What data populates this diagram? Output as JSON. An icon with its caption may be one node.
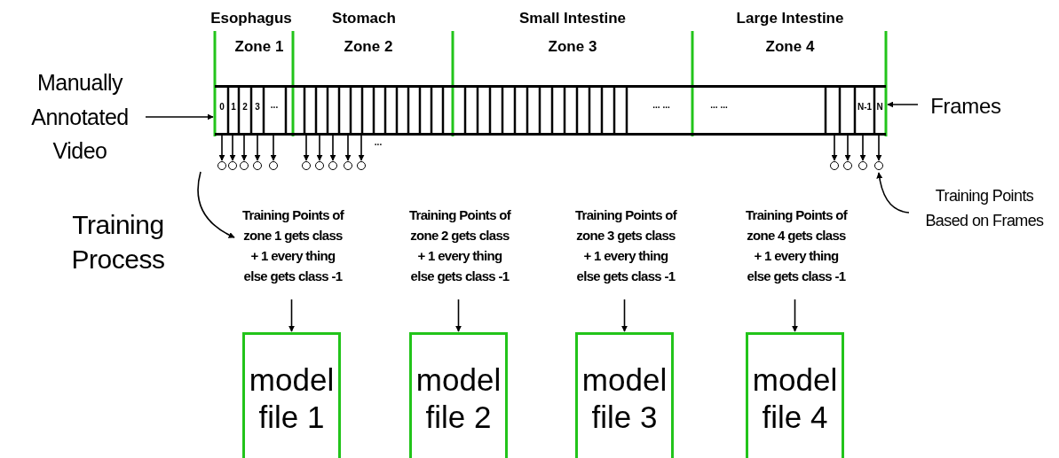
{
  "diagram": {
    "nodes": [
      {
        "text": [
          "Manually Annotated Video"
        ]
      },
      {
        "text": [],
        "shape": "bar"
      },
      {
        "text": [
          "Frames"
        ]
      },
      {
        "text": [
          "Training Points Based on Frames"
        ]
      },
      {
        "text": [],
        "shape": "circle"
      },
      {
        "text": [],
        "shape": "circle"
      },
      {
        "text": [],
        "shape": "circle"
      },
      {
        "text": [],
        "shape": "circle"
      },
      {
        "text": [],
        "shape": "circle"
      },
      {
        "text": [],
        "shape": "circle"
      },
      {
        "text": [],
        "shape": "circle"
      },
      {
        "text": [],
        "shape": "circle"
      },
      {
        "text": [],
        "shape": "circle"
      },
      {
        "text": [],
        "shape": "circle"
      },
      {
        "text": [],
        "shape": "circle"
      },
      {
        "text": [],
        "shape": "circle"
      },
      {
        "text": [],
        "shape": "circle"
      },
      {
        "text": [],
        "shape": "circle"
      },
      {
        "text": [
          "Training Points of zone 1 gets class + 1 every thing else gets class -1"
        ]
      },
      {
        "text": [
          "model file 1"
        ]
      },
      {
        "text": [
          "Training Points of zone 2 gets class + 1 every thing else gets class -1"
        ]
      },
      {
        "text": [
          "model file 2"
        ]
      },
      {
        "text": [
          "Training Points of zone 3 gets class + 1 every thing else gets class -1"
        ]
      },
      {
        "text": [
          "model file 3"
        ]
      },
      {
        "text": [
          "Training Points of zone 4 gets class + 1 every thing else gets class -1"
        ]
      },
      {
        "text": [
          "model file 4"
        ]
      }
    ],
    "edges": [
      {
        "from": 0,
        "to": 1,
        "arrow": "to"
      },
      {
        "from": 2,
        "to": 1,
        "arrow": "to"
      },
      {
        "from": 1,
        "to": 4,
        "arrow": "to"
      },
      {
        "from": 1,
        "to": 5,
        "arrow": "to"
      },
      {
        "from": 1,
        "to": 6,
        "arrow": "to"
      },
      {
        "from": 1,
        "to": 7,
        "arrow": "to"
      },
      {
        "from": 1,
        "to": 8,
        "arrow": "to"
      },
      {
        "from": 1,
        "to": 9,
        "arrow": "to"
      },
      {
        "from": 1,
        "to": 10,
        "arrow": "to"
      },
      {
        "from": 1,
        "to": 11,
        "arrow": "to"
      },
      {
        "from": 1,
        "to": 12,
        "arrow": "to"
      },
      {
        "from": 1,
        "to": 13,
        "arrow": "to"
      },
      {
        "from": 1,
        "to": 14,
        "arrow": "to"
      },
      {
        "from": 1,
        "to": 15,
        "arrow": "to"
      },
      {
        "from": 1,
        "to": 16,
        "arrow": "to"
      },
      {
        "from": 1,
        "to": 17,
        "arrow": "to"
      },
      {
        "from": 3,
        "to": 17,
        "arrow": "to"
      },
      {
        "from": null,
        "to": 18,
        "arrow": "to"
      },
      {
        "from": 18,
        "to": 19,
        "arrow": "to"
      },
      {
        "from": 20,
        "to": 21,
        "arrow": "to"
      },
      {
        "from": 22,
        "to": 23,
        "arrow": "to"
      },
      {
        "from": 24,
        "to": 25,
        "arrow": "to"
      }
    ],
    "labels": [
      "Esophagus",
      "Stomach",
      "Small Intestine",
      "Large Intestine",
      "Zone 1",
      "Zone 2",
      "Zone 3",
      "Zone 4",
      "0",
      "1",
      "2",
      "3",
      "...",
      "... ...",
      "... ...",
      "N-1",
      "N",
      "...",
      "Training Process"
    ]
  }
}
